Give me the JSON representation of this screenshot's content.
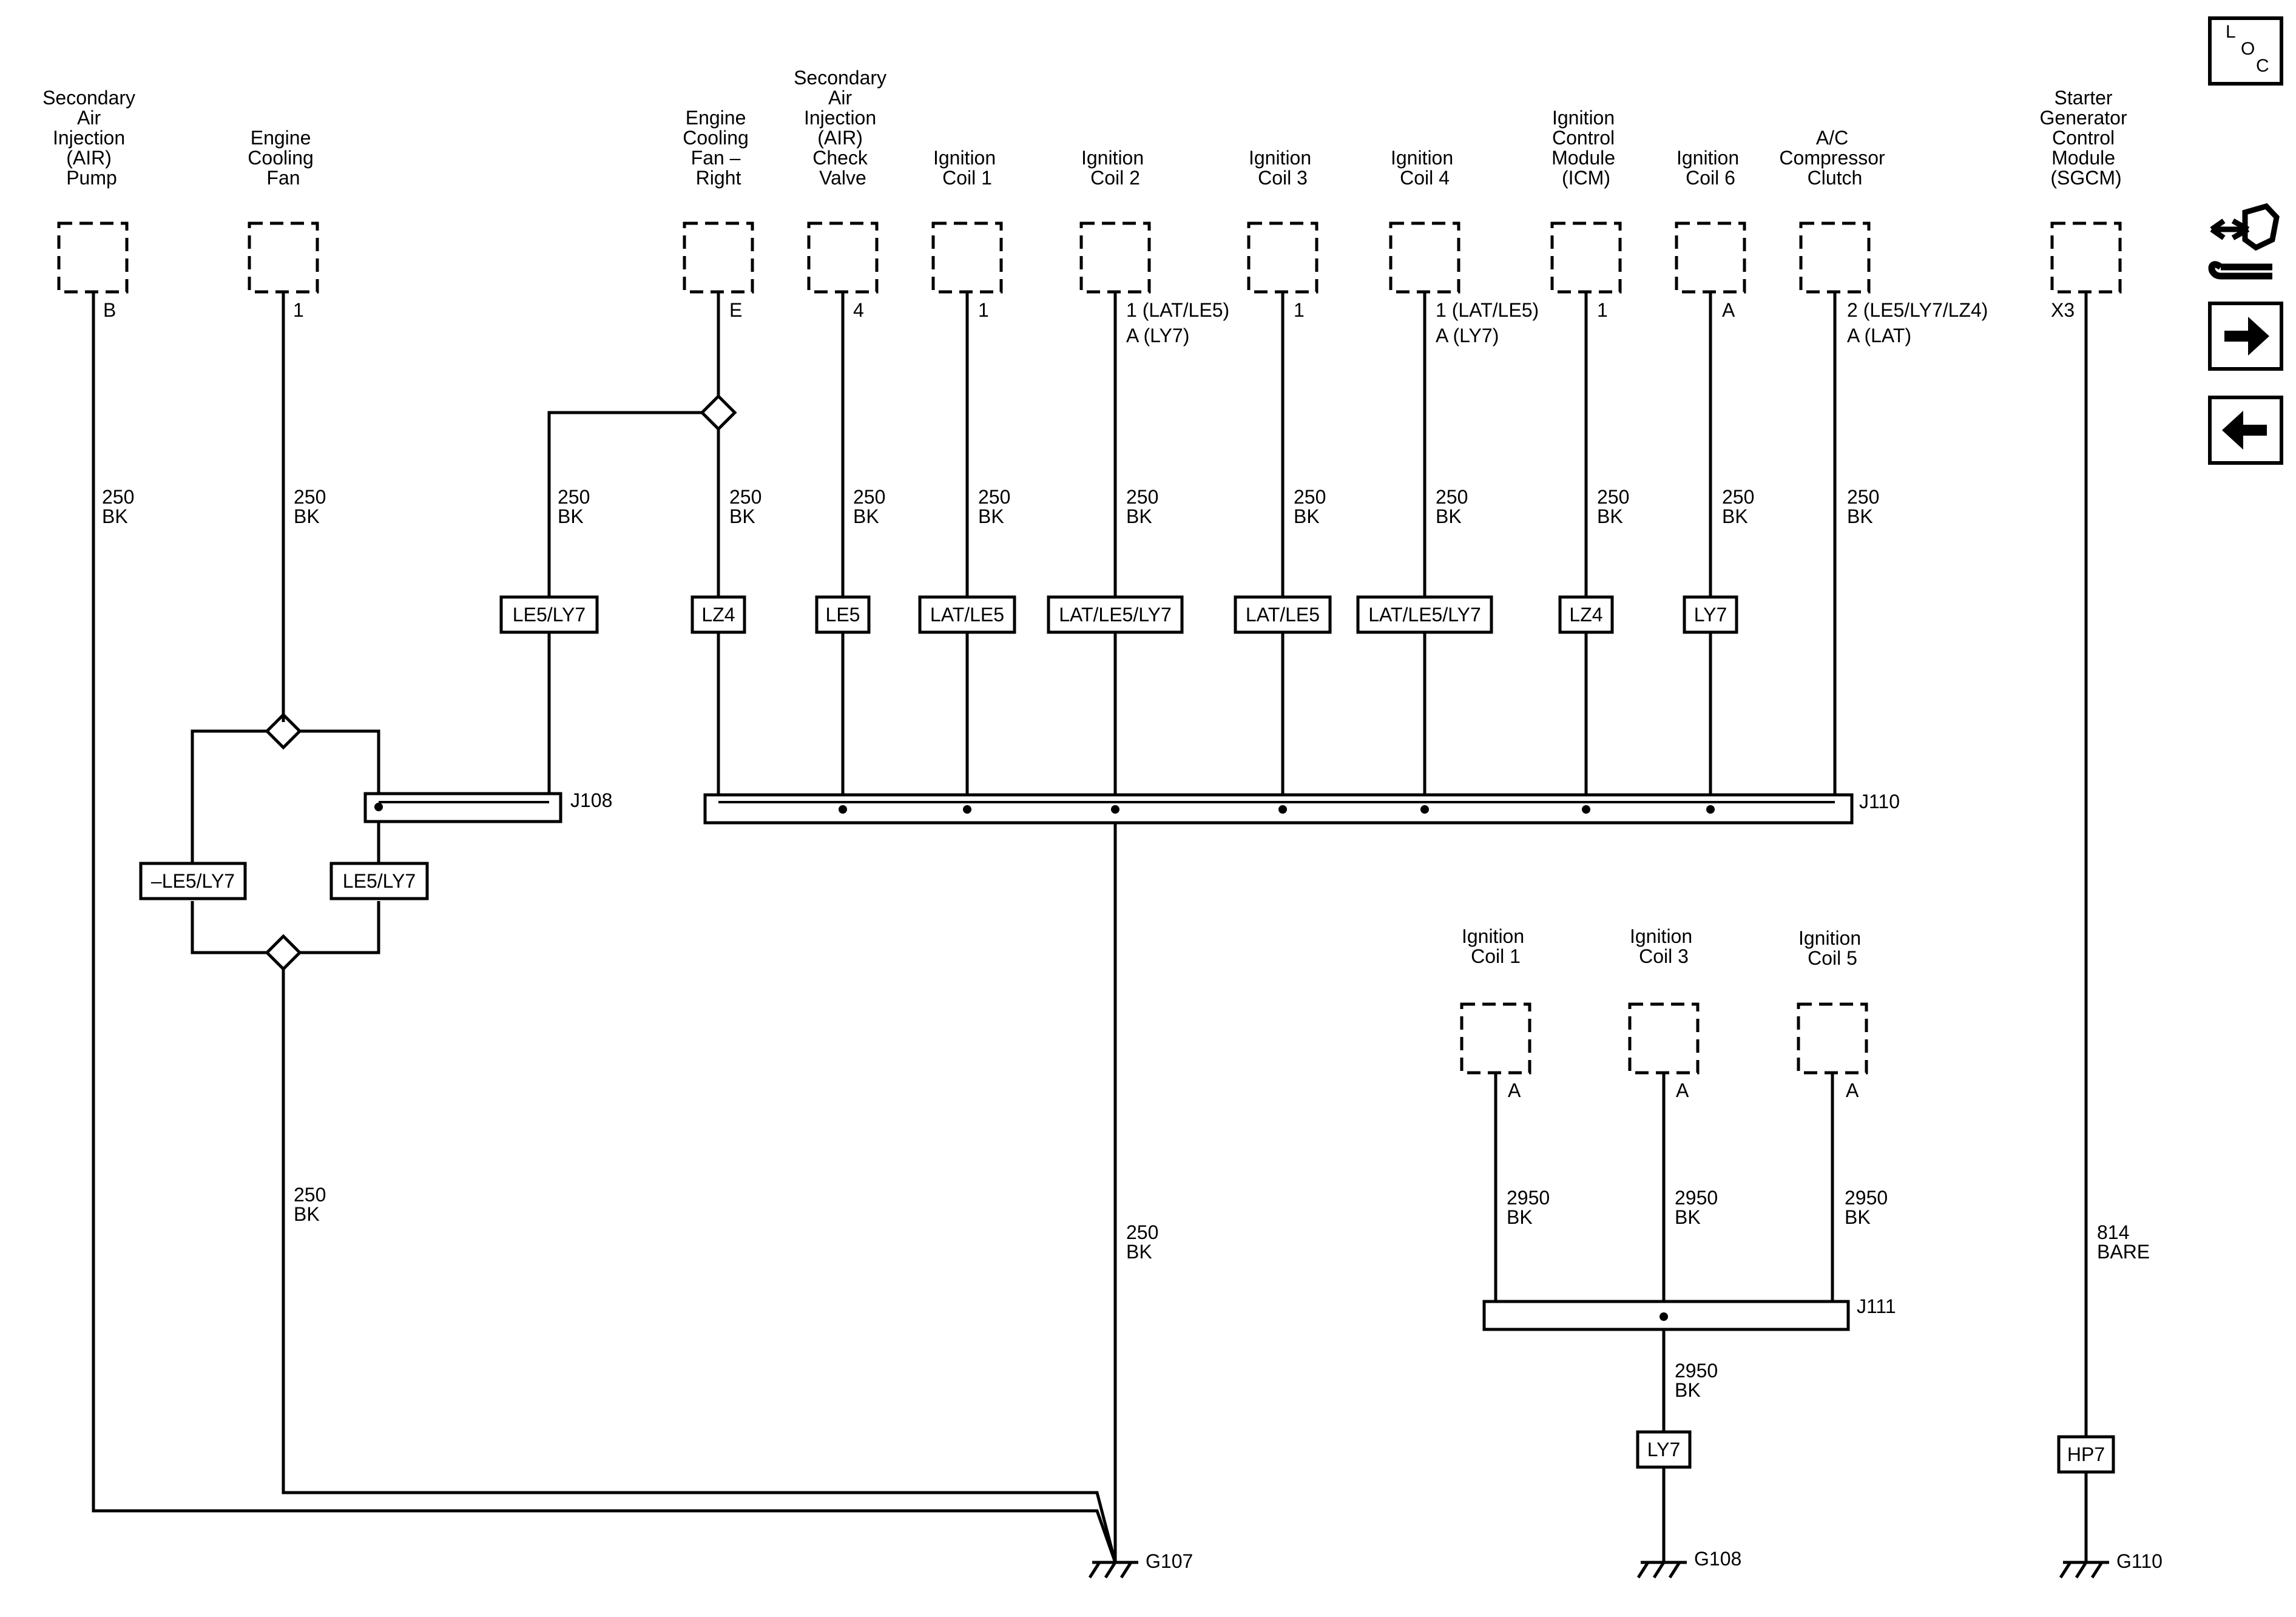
{
  "components": {
    "air_pump": {
      "name": [
        "Secondary",
        "Air",
        "Injection",
        "(AIR)",
        "Pump"
      ],
      "pin": "B"
    },
    "cooling_fan": {
      "name": [
        "Engine",
        "Cooling",
        "Fan"
      ],
      "pin": "1"
    },
    "fan_right": {
      "name": [
        "Engine",
        "Cooling",
        "Fan –",
        "Right"
      ],
      "pin": "E"
    },
    "air_valve": {
      "name": [
        "Secondary",
        "Air",
        "Injection",
        "(AIR)",
        "Check",
        "Valve"
      ],
      "pin": "4"
    },
    "coil1": {
      "name": [
        "Ignition",
        "Coil 1"
      ],
      "pin": "1"
    },
    "coil2": {
      "name": [
        "Ignition",
        "Coil 2"
      ],
      "pin": "1 (LAT/LE5)",
      "pin2": "A (LY7)"
    },
    "coil3": {
      "name": [
        "Ignition",
        "Coil 3"
      ],
      "pin": "1"
    },
    "coil4": {
      "name": [
        "Ignition",
        "Coil 4"
      ],
      "pin": "1 (LAT/LE5)",
      "pin2": "A (LY7)"
    },
    "icm": {
      "name": [
        "Ignition",
        "Control",
        "Module",
        "(ICM)"
      ],
      "pin": "1"
    },
    "coil6": {
      "name": [
        "Ignition",
        "Coil 6"
      ],
      "pin": "A"
    },
    "ac_clutch": {
      "name": [
        "A/C",
        "Compressor",
        "Clutch"
      ],
      "pin": "2 (LE5/LY7/LZ4)",
      "pin2": "A (LAT)"
    },
    "sgcm": {
      "name": [
        "Starter",
        "Generator",
        "Control",
        "Module",
        "(SGCM)"
      ],
      "pin": "X3"
    },
    "lower_coil1": {
      "name": [
        "Ignition",
        "Coil 1"
      ],
      "pin": "A"
    },
    "lower_coil3": {
      "name": [
        "Ignition",
        "Coil 3"
      ],
      "pin": "A"
    },
    "lower_coil5": {
      "name": [
        "Ignition",
        "Coil 5"
      ],
      "pin": "A"
    }
  },
  "wires": {
    "w250": [
      "250",
      "BK"
    ],
    "w2950": [
      "2950",
      "BK"
    ],
    "w814": [
      "814",
      "BARE"
    ]
  },
  "options": {
    "le5_ly7": "LE5/LY7",
    "lz4": "LZ4",
    "le5": "LE5",
    "lat_le5": "LAT/LE5",
    "lat_le5_ly7": "LAT/LE5/LY7",
    "ly7": "LY7",
    "not_le5_ly7": "–LE5/LY7",
    "hp7": "HP7"
  },
  "junctions": {
    "j108": "J108",
    "j110": "J110",
    "j111": "J111"
  },
  "grounds": {
    "g107": "G107",
    "g108": "G108",
    "g110": "G110"
  },
  "nav": {
    "loc_l": "L",
    "loc_o": "O",
    "loc_c": "C"
  }
}
